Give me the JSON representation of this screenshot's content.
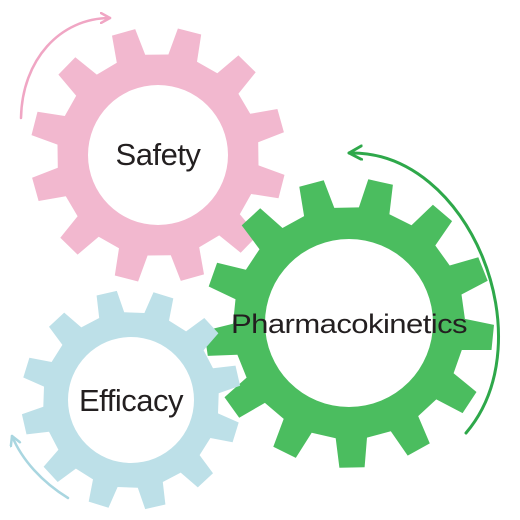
{
  "gears": [
    {
      "id": "safety",
      "label": "Safety",
      "color": "#f2b8cf",
      "arrow_color": "#f0a6c4"
    },
    {
      "id": "pharmacokinetics",
      "label": "Pharmacokinetics",
      "color": "#4bbd5f",
      "arrow_color": "#2ea84a"
    },
    {
      "id": "efficacy",
      "label": "Efficacy",
      "color": "#bde0e8",
      "arrow_color": "#a9d6e0"
    }
  ]
}
